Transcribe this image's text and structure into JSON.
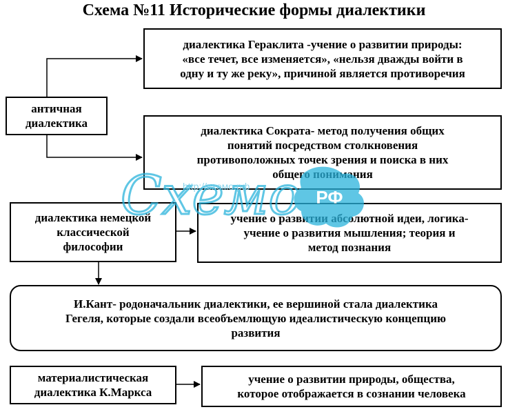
{
  "title": "Схема №11 Исторические формы диалектики",
  "boxes": {
    "heraclitus": "диалектика Гераклита -учение о развитии  природы:\n«все течет, все изменяется», «нельзя дважды войти в\nодну и ту же реку», причиной является противоречия",
    "ancient": "античная\nдиалектика",
    "socrates": "диалектика Сократа- метод получения общих\nпонятий посредством столкновения\nпротивоположных точек зрения и поиска в них\nобщего понимания",
    "german": "диалектика немецкой\nклассической\nфилософии",
    "absolute": "учение о развитии абсолютной идеи, логика-\nучение о развития мышления; теория и\nметод познания",
    "kant": "И.Кант- родоначальник диалектики, ее вершиной стала диалектика\nГегеля, которые создали всеобъемлющую идеалистическую концепцию\nразвития",
    "marx": "материалистическая\nдиалектика К.Маркса",
    "nature": "учение о развитии природы, общества,\nкоторое отображается в сознании человека"
  },
  "watermark": {
    "logo_text": "Схемо",
    "badge_text": "РФ",
    "url": "http://схемо.рф"
  },
  "colors": {
    "border": "#000000",
    "watermark": "#2ab3dc"
  }
}
